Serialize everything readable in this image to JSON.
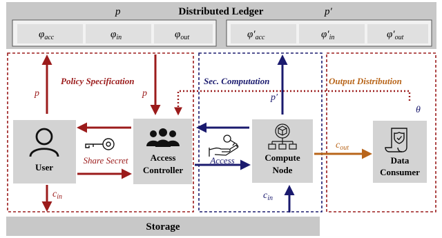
{
  "ledger": {
    "title": "Distributed Ledger",
    "policy_label_left": "p",
    "policy_label_right": "p′",
    "left_cells": [
      "φ",
      "φ",
      "φ"
    ],
    "left_subs": [
      "acc",
      "in",
      "out"
    ],
    "right_cells": [
      "φ′",
      "φ′",
      "φ′"
    ],
    "right_subs": [
      "acc",
      "in",
      "out"
    ]
  },
  "regions": {
    "policy": "Policy Specification",
    "computation": "Sec. Computation",
    "output": "Output Distribution"
  },
  "nodes": {
    "user": "User",
    "access_controller_line1": "Access",
    "access_controller_line2": "Controller",
    "compute_node_line1": "Compute",
    "compute_node_line2": "Node",
    "data_consumer_line1": "Data",
    "data_consumer_line2": "Consumer",
    "storage": "Storage"
  },
  "edge_labels": {
    "p_up": "p",
    "p_down": "p",
    "p_prime_up": "p′",
    "theta": "θ",
    "share_secret": "Share Secret",
    "access": "Access",
    "c_out": "c",
    "c_out_sub": "out",
    "c_in_user": "c",
    "c_in_user_sub": "in",
    "c_in_compute": "c",
    "c_in_compute_sub": "in"
  },
  "colors": {
    "red": "#9b1b1b",
    "navy": "#1a1a6e",
    "orange": "#b8651a",
    "gray_bar": "#c8c8c8",
    "gray_box": "#d3d3d3"
  },
  "icons": {
    "user": "user-icon",
    "group": "group-icon",
    "key": "key-icon",
    "access_hand": "hand-key-icon",
    "compute": "network-cube-icon",
    "certificate": "certificate-scroll-icon"
  }
}
